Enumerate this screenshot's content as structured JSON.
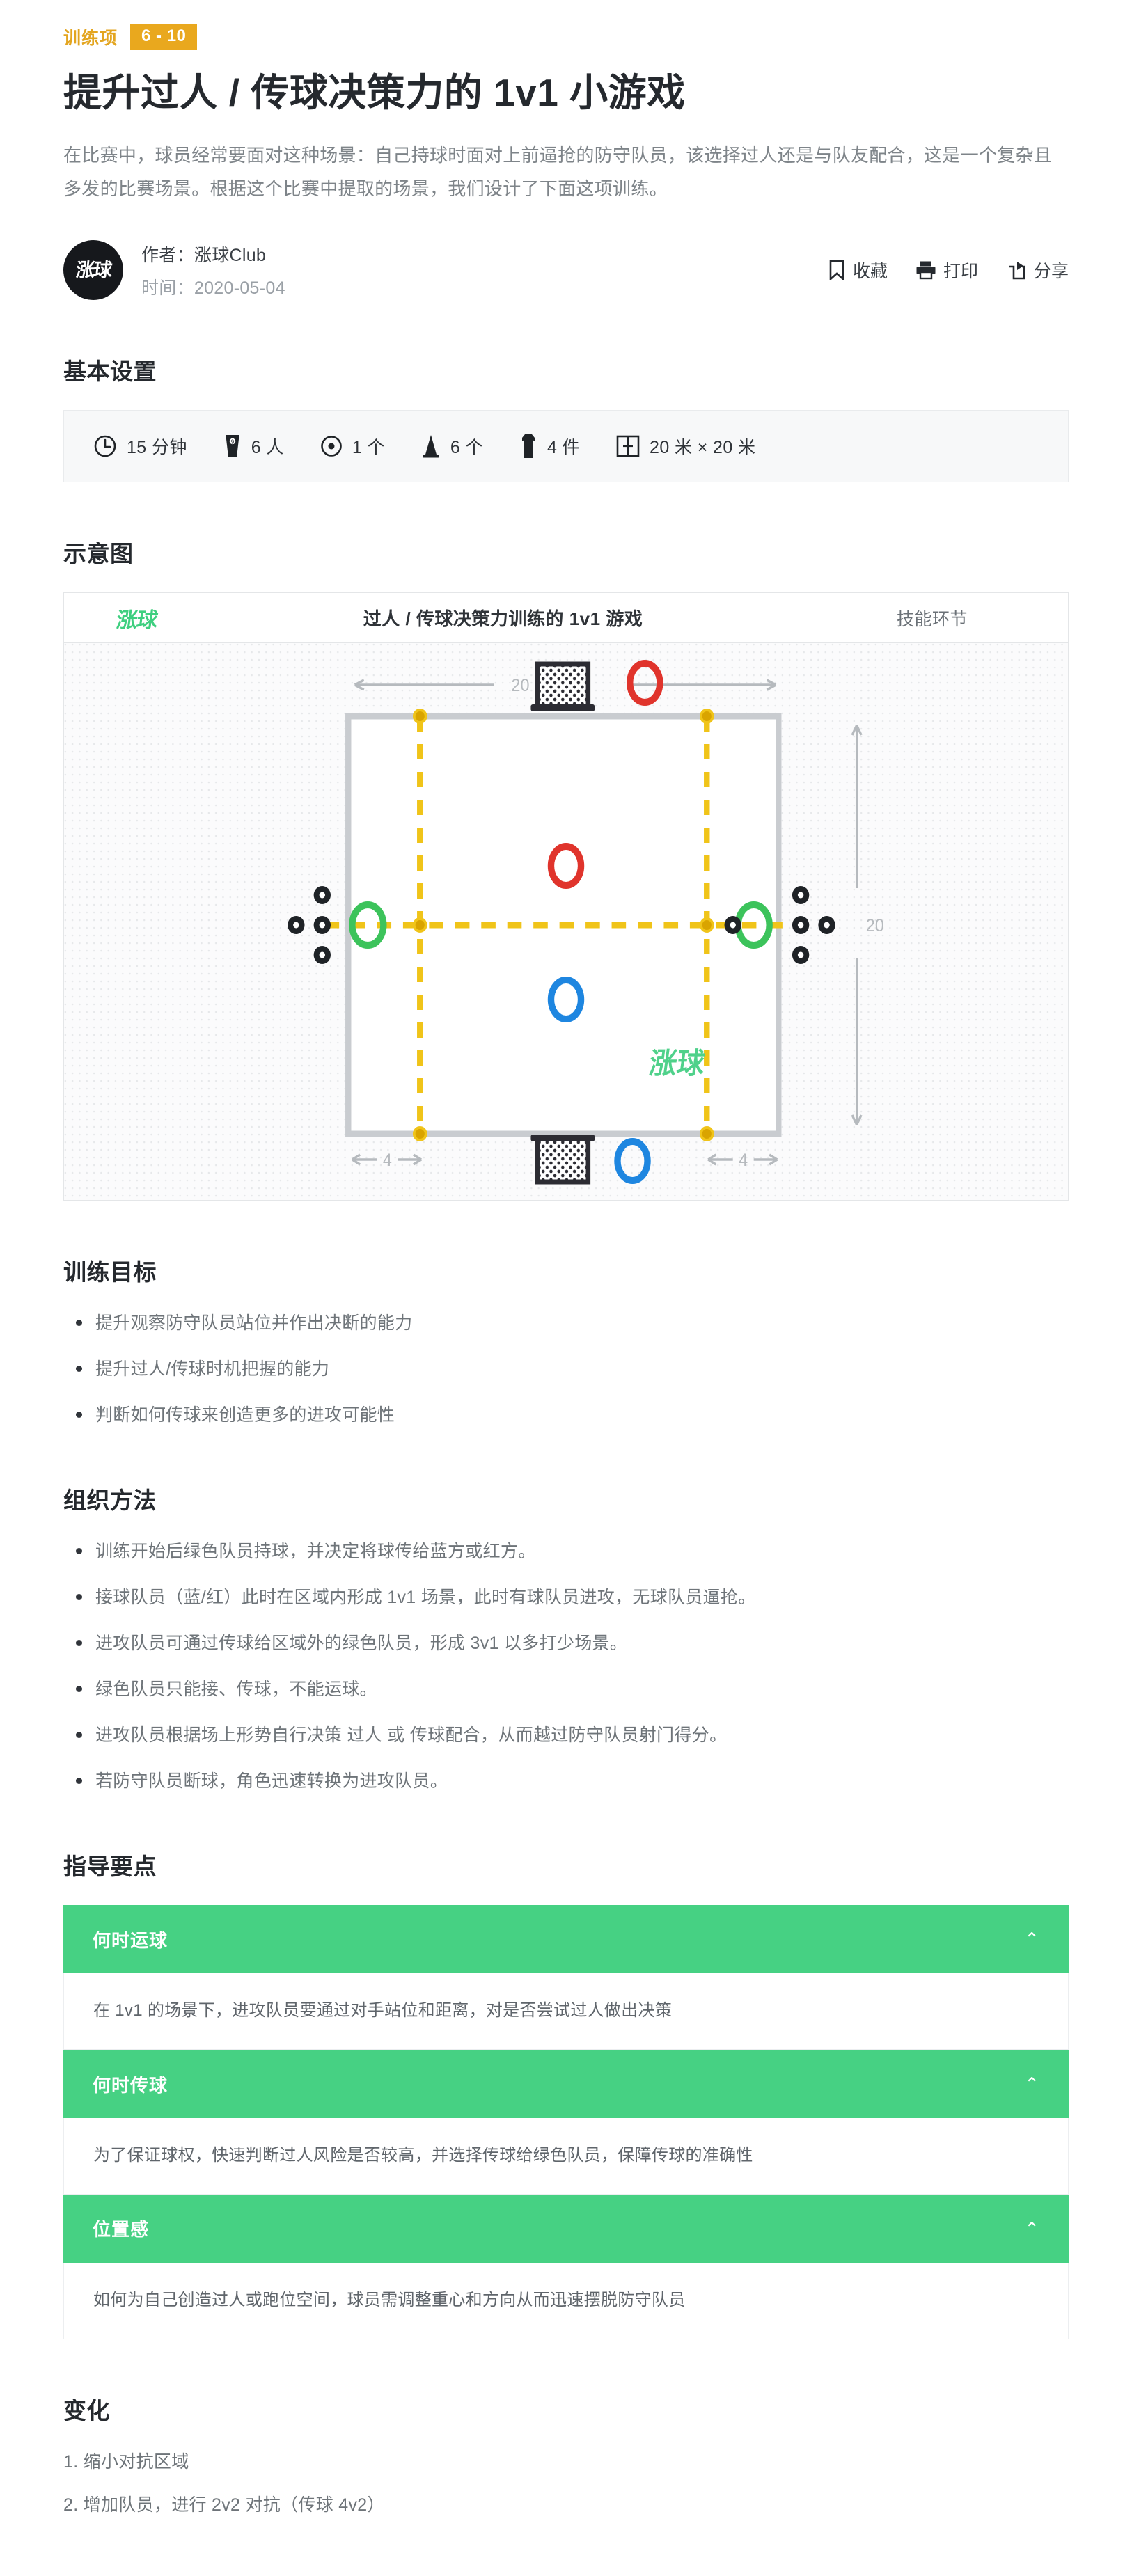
{
  "header": {
    "category_label": "训练项",
    "age_badge": "6 - 10",
    "title": "提升过人 / 传球决策力的 1v1 小游戏",
    "intro": "在比赛中，球员经常要面对这种场景：自己持球时面对上前逼抢的防守队员，该选择过人还是与队友配合，这是一个复杂且多发的比赛场景。根据这个比赛中提取的场景，我们设计了下面这项训练。"
  },
  "meta": {
    "avatar_text": "涨球",
    "author_line": "作者：涨球Club",
    "date_line": "时间：2020-05-04",
    "actions": [
      {
        "icon": "bookmark-icon",
        "label": "收藏"
      },
      {
        "icon": "print-icon",
        "label": "打印"
      },
      {
        "icon": "share-icon",
        "label": "分享"
      }
    ]
  },
  "basic_settings": {
    "heading": "基本设置",
    "items": [
      {
        "icon": "clock-icon",
        "value": "15 分钟"
      },
      {
        "icon": "player-icon",
        "value": "6 人"
      },
      {
        "icon": "ball-icon",
        "value": "1 个"
      },
      {
        "icon": "cone-icon",
        "value": "6 个"
      },
      {
        "icon": "bib-icon",
        "value": "4 件"
      },
      {
        "icon": "field-icon",
        "value": "20 米 × 20 米"
      }
    ]
  },
  "diagram": {
    "heading": "示意图",
    "logo": "涨球",
    "title": "过人 / 传球决策力训练的 1v1 游戏",
    "phase": "技能环节",
    "labels": {
      "top_width": "20",
      "right_height": "20",
      "bottom_left_gap": "4",
      "bottom_right_gap": "4"
    },
    "legend_colors": {
      "attacker_red": "#e0342c",
      "attacker_blue": "#1e86e0",
      "support_green": "#3cc35b",
      "cone_yellow": "#f0c419",
      "pitch_line": "#c9ccd0",
      "goal_dark": "#2c2c33"
    }
  },
  "training_goals": {
    "heading": "训练目标",
    "items": [
      "提升观察防守队员站位并作出决断的能力",
      "提升过人/传球时机把握的能力",
      "判断如何传球来创造更多的进攻可能性"
    ]
  },
  "organization": {
    "heading": "组织方法",
    "items": [
      "训练开始后绿色队员持球，并决定将球传给蓝方或红方。",
      "接球队员（蓝/红）此时在区域内形成 1v1 场景，此时有球队员进攻，无球队员逼抢。",
      "进攻队员可通过传球给区域外的绿色队员，形成 3v1 以多打少场景。",
      "绿色队员只能接、传球，不能运球。",
      "进攻队员根据场上形势自行决策 过人 或 传球配合，从而越过防守队员射门得分。",
      "若防守队员断球，角色迅速转换为进攻队员。"
    ]
  },
  "coaching_points": {
    "heading": "指导要点",
    "items": [
      {
        "title": "何时运球",
        "chevron": "⌃",
        "body": "在 1v1 的场景下，进攻队员要通过对手站位和距离，对是否尝试过人做出决策"
      },
      {
        "title": "何时传球",
        "chevron": "⌃",
        "body": "为了保证球权，快速判断过人风险是否较高，并选择传球给绿色队员，保障传球的准确性"
      },
      {
        "title": "位置感",
        "chevron": "⌃",
        "body": "如何为自己创造过人或跑位空间，球员需调整重心和方向从而迅速摆脱防守队员"
      }
    ]
  },
  "variations": {
    "heading": "变化",
    "items": [
      "1. 缩小对抗区域",
      "2. 增加队员，进行 2v2 对抗（传球 4v2）"
    ]
  }
}
